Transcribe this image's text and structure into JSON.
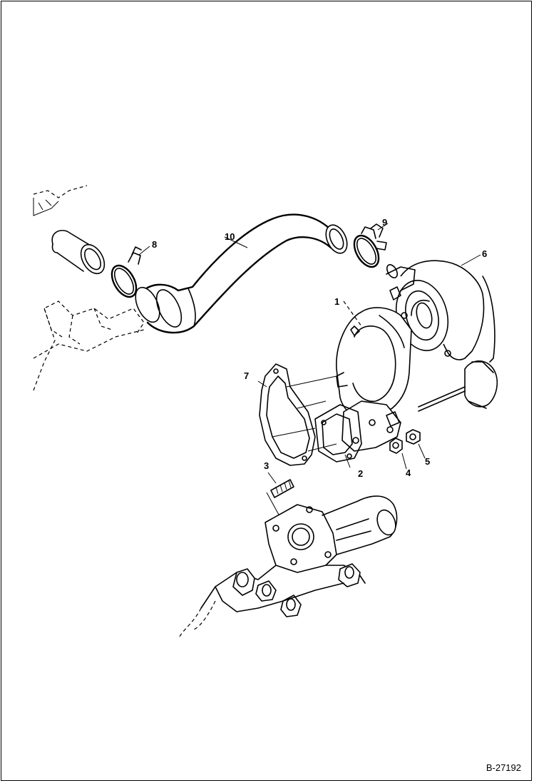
{
  "diagram": {
    "callouts": [
      {
        "id": "1",
        "label": "1"
      },
      {
        "id": "2",
        "label": "2"
      },
      {
        "id": "3",
        "label": "3"
      },
      {
        "id": "4",
        "label": "4"
      },
      {
        "id": "5",
        "label": "5"
      },
      {
        "id": "6",
        "label": "6"
      },
      {
        "id": "7",
        "label": "7"
      },
      {
        "id": "8",
        "label": "8"
      },
      {
        "id": "9",
        "label": "9"
      },
      {
        "id": "10",
        "label": "10"
      }
    ],
    "reference": "B-27192"
  }
}
